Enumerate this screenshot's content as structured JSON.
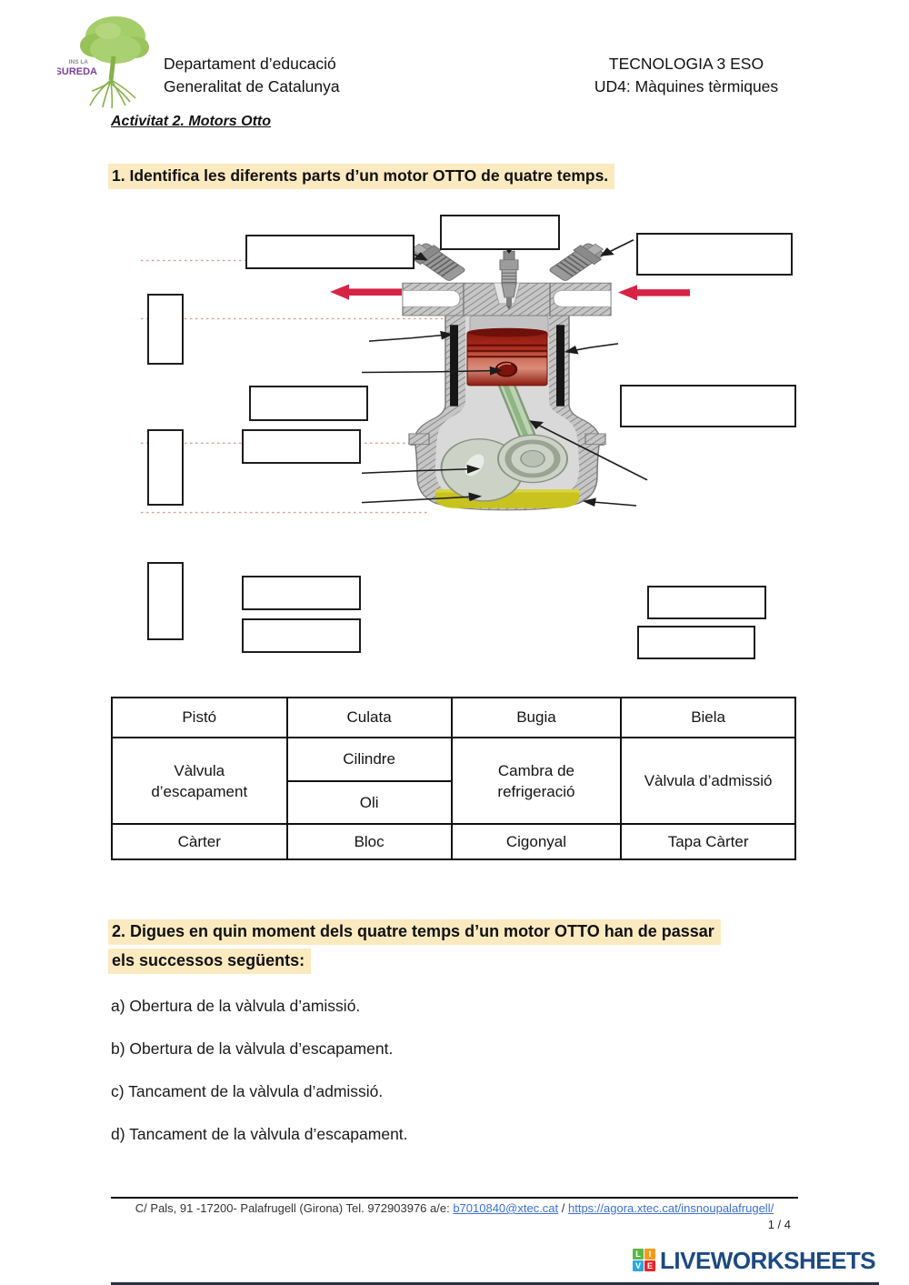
{
  "header": {
    "logo": {
      "line1": "INS LA",
      "line2": "SUREDA"
    },
    "left_lines": [
      "Departament d’educació",
      "Generalitat de Catalunya"
    ],
    "right_lines": [
      "TECNOLOGIA 3 ESO",
      "UD4: Màquines tèrmiques"
    ]
  },
  "activity_title": "Activitat 2. Motors Otto",
  "q1": {
    "heading": "1. Identifica les diferents parts d’un motor OTTO de quatre temps."
  },
  "diagram": {
    "label_box_count": 13,
    "red_arrow_color": "#d62346",
    "dotted_line_color": "#e09a9a"
  },
  "parts_table": {
    "row1": [
      "Pistó",
      "Culata",
      "Bugia",
      "Biela"
    ],
    "row2": {
      "col1": "Vàlvula d’escapament",
      "col2a": "Cilindre",
      "col2b": "Oli",
      "col3": "Cambra de refrigeració",
      "col4": "Vàlvula d’admissió"
    },
    "row3": [
      "Càrter",
      "Bloc",
      "Cigonyal",
      "Tapa Càrter"
    ]
  },
  "q2": {
    "heading_line1": "2. Digues en quin moment dels quatre temps d’un motor OTTO han de passar",
    "heading_line2": "els successos següents:",
    "items": [
      "a) Obertura de la vàlvula d’amissió.",
      "b) Obertura de la vàlvula d’escapament.",
      "c) Tancament de la vàlvula d’admissió.",
      "d) Tancament de la vàlvula d’escapament."
    ]
  },
  "footer": {
    "address_prefix": "C/ Pals, 91 -17200- Palafrugell (Girona) Tel. 972903976 a/e: ",
    "email": "b7010840@xtec.cat",
    "separator": " / ",
    "url": "https://agora.xtec.cat/insnoupalafrugell/",
    "page": "1 / 4"
  },
  "branding": {
    "squares": [
      {
        "letter": "L",
        "color": "#5cb947"
      },
      {
        "letter": "I",
        "color": "#f59c1b"
      },
      {
        "letter": "V",
        "color": "#29a8df"
      },
      {
        "letter": "E",
        "color": "#e8262d"
      }
    ],
    "wordmark": "LIVEWORKSHEETS"
  }
}
